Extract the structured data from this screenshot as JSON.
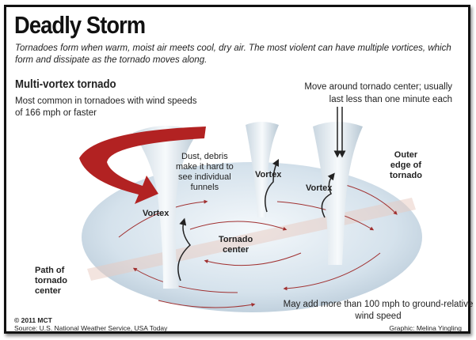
{
  "title": "Deadly Storm",
  "subtitle": "Tornadoes form when warm, moist air meets cool, dry air. The most violent can have multiple vortices, which form and dissipate as the tornado moves along.",
  "section_title": "Multi-vortex tornado",
  "section_desc": [
    "Most common in tornadoes with wind speeds",
    "of 166 mph or faster"
  ],
  "labels": {
    "move_around": [
      "Move around tornado center; usually",
      "last less than one minute each"
    ],
    "dust": [
      "Dust, debris",
      "make it hard to",
      "see individual",
      "funnels"
    ],
    "vortex": "Vortex",
    "outer_edge": [
      "Outer",
      "edge of",
      "tornado"
    ],
    "tornado_center": [
      "Tornado",
      "center"
    ],
    "path": [
      "Path of",
      "tornado",
      "center"
    ],
    "ground_speed": [
      "May add more than 100 mph to ground-relative",
      "wind speed"
    ]
  },
  "footer": {
    "copyright": "© 2011 MCT",
    "source": "Source: U.S. National Weather Service, USA Today",
    "credit": "Graphic: Melina Yingling"
  },
  "colors": {
    "arrow": "#b22222",
    "swirl": "#a03030",
    "base": "#d6e4ef"
  }
}
